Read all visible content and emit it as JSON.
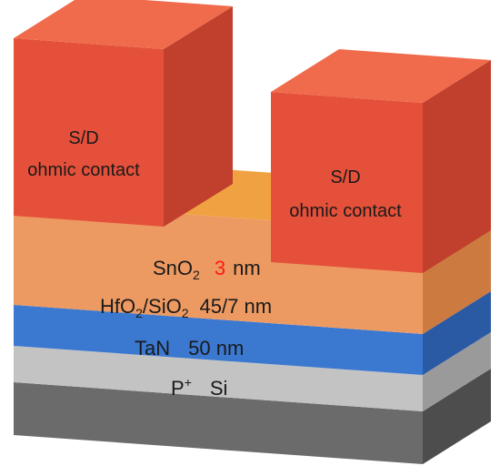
{
  "contacts": {
    "left": {
      "line1": "S/D",
      "line2": "ohmic contact"
    },
    "right": {
      "line1": "S/D",
      "line2": "ohmic contact"
    }
  },
  "layers": {
    "sno2": {
      "base": "SnO",
      "sub": "2",
      "thickness": "3",
      "unit": "nm"
    },
    "dielectric": {
      "a": "HfO",
      "a_sub": "2",
      "sep": "/",
      "b": "SiO",
      "b_sub": "2",
      "thickness": "45/7 nm"
    },
    "tan": {
      "name": "TaN",
      "thickness": "50 nm"
    },
    "substrate": {
      "base": "P",
      "sup": "+",
      "material": "Si"
    }
  },
  "colors": {
    "contact_front": "#e5503a",
    "contact_side": "#c13f2d",
    "contact_top": "#ef6b4b",
    "sno2_front": "#ec9a62",
    "sno2_side": "#cc7a40",
    "sno2_top": "#f0a242",
    "dielectric_front": "#3b78d0",
    "dielectric_side": "#2a5aa3",
    "tan_front": "#c3c3c3",
    "tan_side": "#9a9a9a",
    "substrate_front": "#6b6b6b",
    "substrate_side": "#4d4d4d",
    "thickness_highlight": "#ff1a1a"
  }
}
